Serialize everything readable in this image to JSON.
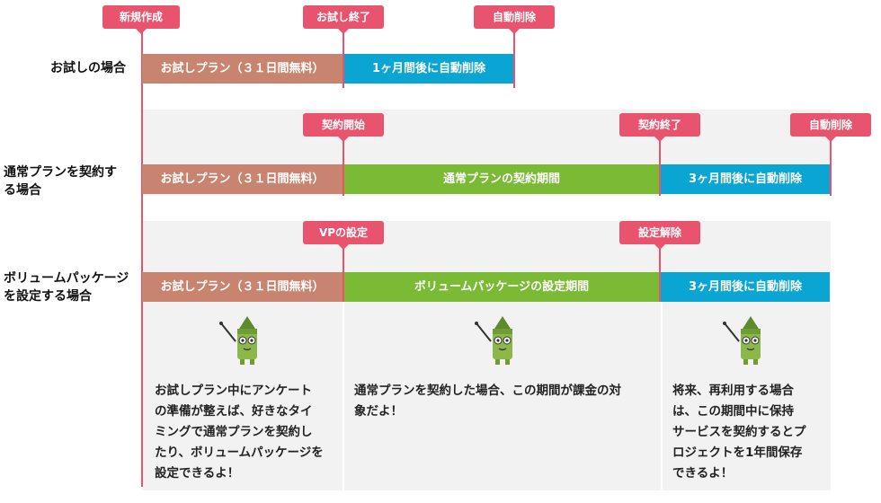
{
  "rows": [
    {
      "label": "お試しの場合",
      "bars": [
        "お試しプラン（３１日間無料）",
        "1ヶ月間後に自動削除"
      ],
      "tags": [
        "新規作成",
        "お試し終了",
        "自動削除"
      ]
    },
    {
      "label_line1": "通常プランを契約す",
      "label_line2": "る場合",
      "bars": [
        "お試しプラン（３１日間無料）",
        "通常プランの契約期間",
        "3ヶ月間後に自動削除"
      ],
      "tags": [
        "契約開始",
        "契約終了",
        "自動削除"
      ]
    },
    {
      "label_line1": "ボリュームパッケージ",
      "label_line2": "を設定する場合",
      "bars": [
        "お試しプラン（３１日間無料）",
        "ボリュームパッケージの設定期間",
        "3ヶ月間後に自動削除"
      ],
      "tags": [
        "VPの設定",
        "設定解除"
      ]
    }
  ],
  "notes": [
    [
      "お試しプラン中にアンケート",
      "の準備が整えば、好きなタイ",
      "ミングで通常プランを契約し",
      "たり、ボリュームパッケージを",
      "設定できるよ！"
    ],
    [
      "通常プランを契約した場合、この期間が課金の対",
      "象だよ！"
    ],
    [
      "将来、再利用する場合",
      "は、この期間中に保持",
      "サービスを契約するとプ",
      "ロジェクトを1年間保存",
      "できるよ！"
    ]
  ],
  "colors": {
    "accent": "#e8546e",
    "trial": "#c8846e",
    "contract": "#7bba35",
    "after": "#0aa5d2",
    "mascot_body": "#8cb84a"
  },
  "icons": [
    "pencil-mascot-icon"
  ]
}
